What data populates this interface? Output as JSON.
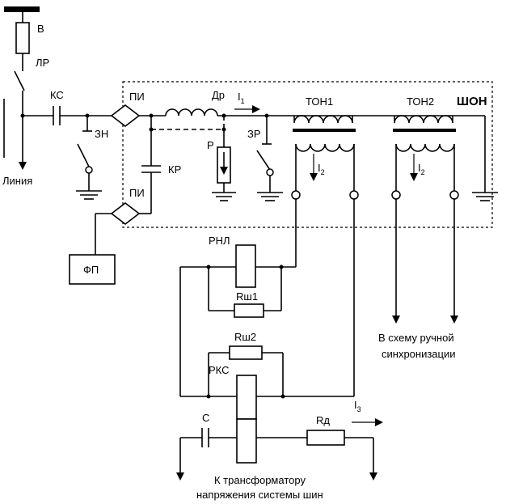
{
  "labels": {
    "b": "В",
    "lr": "ЛР",
    "ks": "КС",
    "zn": "ЗН",
    "line": "Линия",
    "pi_top": "ПИ",
    "pi_bottom": "ПИ",
    "dr": "Др",
    "i1": "I",
    "i1_sub": "1",
    "ton1": "ТОН1",
    "ton2": "ТОН2",
    "shon": "ШОН",
    "r": "Р",
    "zr": "ЗР",
    "kr": "КР",
    "i2a": "I",
    "i2a_sub": "2",
    "i2b": "I",
    "i2b_sub": "2",
    "fp": "ФП",
    "rnl": "РНЛ",
    "rsh1": "Rш1",
    "rsh2": "Rш2",
    "rks": "РКС",
    "c": "С",
    "rd": "Rд",
    "i3": "I",
    "i3_sub": "3",
    "sync_line1": "В схему ручной",
    "sync_line2": "синхронизации",
    "trans_line1": "К трансформатору",
    "trans_line2": "напряжения системы шин"
  }
}
